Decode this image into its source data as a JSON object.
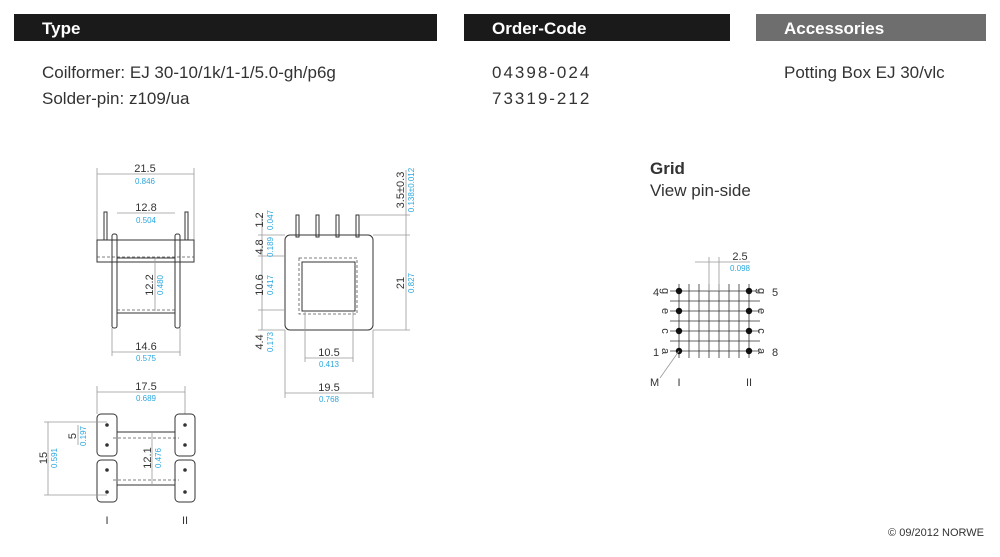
{
  "headers": {
    "type": "Type",
    "order_code": "Order-Code",
    "accessories": "Accessories"
  },
  "colors": {
    "header_dark": "#1a1a1a",
    "header_accessories": "#6e6e6e",
    "imperial_dim": "#2aa7e0"
  },
  "type": {
    "rows": [
      {
        "label": "Coilformer:",
        "value": "EJ 30-10/1k/1-1/5.0-gh/p6g",
        "order_code": "04398-024"
      },
      {
        "label": "Solder-pin:",
        "value": "z109/ua",
        "order_code": "73319-212"
      }
    ]
  },
  "accessories": {
    "item": "Potting Box EJ 30/vlc"
  },
  "grid": {
    "title": "Grid",
    "subtitle": "View pin-side",
    "pitch": "2.5",
    "pitch_in": "0.098",
    "left_rows": [
      "g",
      "e",
      "c",
      "a"
    ],
    "right_rows": [
      "g",
      "e",
      "c",
      "a"
    ],
    "pin_left_top": "4",
    "pin_left_bottom": "1",
    "pin_right_top": "5",
    "pin_right_bottom": "8",
    "marker": "M",
    "side_1": "I",
    "side_2": "II"
  },
  "side_view": {
    "w": "21.5",
    "w_in": "0.846",
    "inner": "12.8",
    "inner_in": "0.504",
    "h": "12.2",
    "h_in": "0.480",
    "flange": "14.6",
    "flange_in": "0.575"
  },
  "front_view": {
    "pin": "1.2",
    "pin_in": "0.047",
    "top": "4.8",
    "top_in": "0.189",
    "win": "10.6",
    "win_in": "0.417",
    "bot": "4.4",
    "bot_in": "0.173",
    "height": "21",
    "height_in": "0.827",
    "pinlen": "3.5±0.3",
    "pinlen_in": "0.138±0.012",
    "winw": "10.5",
    "winw_in": "0.413",
    "width": "19.5",
    "width_in": "0.768"
  },
  "bottom_view": {
    "w": "17.5",
    "w_in": "0.689",
    "h": "15",
    "h_in": "0.591",
    "p": "5",
    "p_in": "0.197",
    "inner": "12.1",
    "inner_in": "0.476",
    "side_1": "I",
    "side_2": "II"
  },
  "footer": "© 09/2012 NORWE"
}
